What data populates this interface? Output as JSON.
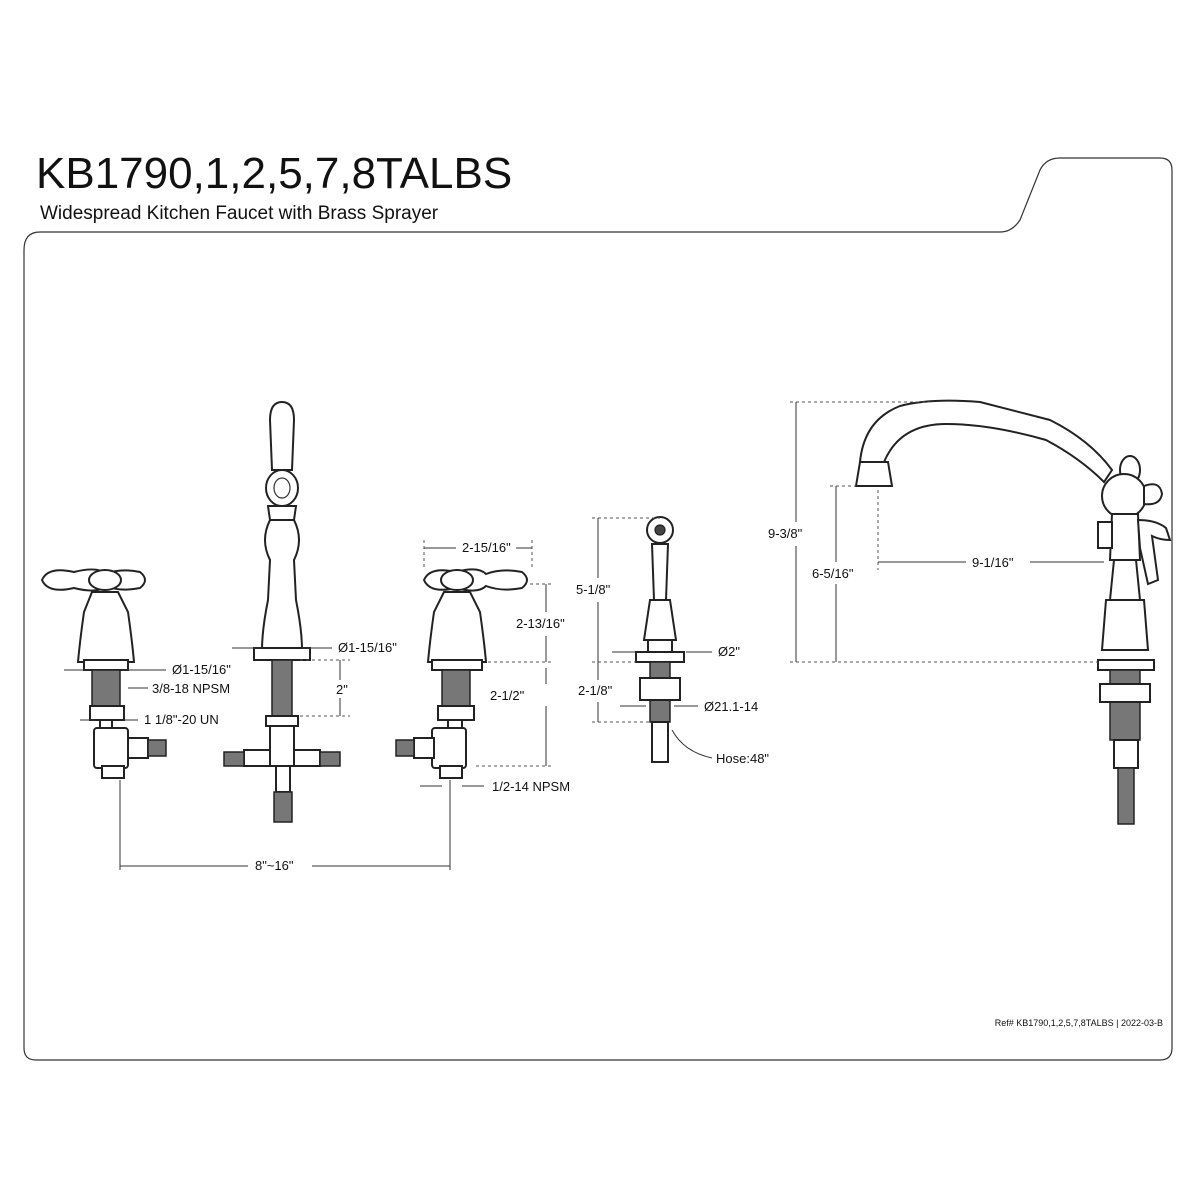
{
  "header": {
    "model": "KB1790,1,2,5,7,8TALBS",
    "subtitle": "Widespread Kitchen Faucet with Brass Sprayer"
  },
  "dimensions": {
    "hole_dia_left": "Ø1-15/16\"",
    "npsm_3_8": "3/8-18 NPSM",
    "un_thread": "1 1/8\"-20 UN",
    "spread": "8\"~16\"",
    "hole_dia_center": "Ø1-15/16\"",
    "shank_2": "2\"",
    "handle_width": "2-15/16\"",
    "handle_height": "2-13/16\"",
    "shank_2_1_2": "2-1/2\"",
    "npsm_1_2": "1/2-14 NPSM",
    "sprayer_height": "5-1/8\"",
    "sprayer_base_dia": "Ø2\"",
    "sprayer_shank": "2-1/8\"",
    "sprayer_thread": "Ø21.1-14",
    "hose": "Hose:48\"",
    "overall_height": "9-3/8\"",
    "spout_height": "6-5/16\"",
    "spout_reach": "9-1/16\""
  },
  "footer": {
    "reference": "Ref# KB1790,1,2,5,7,8TALBS | 2022-03-B"
  }
}
